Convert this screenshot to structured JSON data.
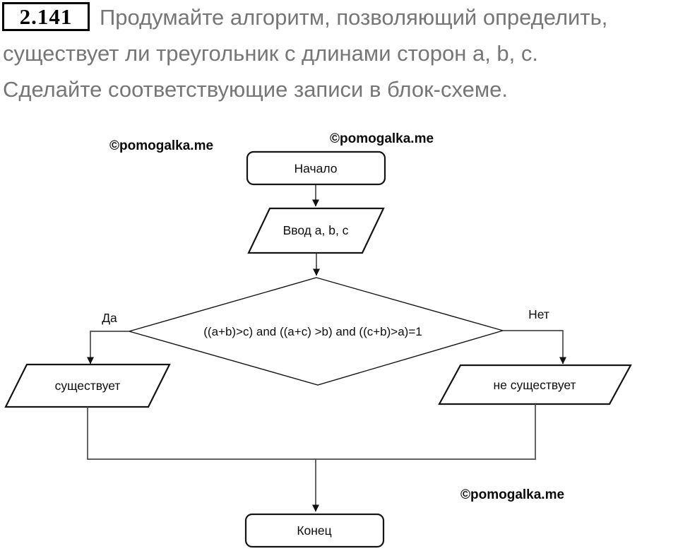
{
  "header": {
    "problem_number": "2.141",
    "lines": [
      "Продумайте алгоритм, позволяющий определить,",
      "существует ли треугольник с длинами сторон a, b, c.",
      "Сделайте соответствующие записи в блок-схеме."
    ]
  },
  "watermark": {
    "text": "©pomogalka.me"
  },
  "flowchart": {
    "start_label": "Начало",
    "input_label": "Ввод a, b, c",
    "condition_label": "((a+b)>c) and ((a+c) >b) and ((c+b)>a)=1",
    "branch_yes_label": "Да",
    "branch_no_label": "Нет",
    "result_yes_label": "существует",
    "result_no_label": "не существует",
    "end_label": "Конец"
  },
  "colors": {
    "background": "#ffffff",
    "header_text": "#767676",
    "shape_outline": "#141414",
    "connector_line": "#4a4a4a",
    "node_text": "#0d0d0d",
    "watermark_text": "#0b0b0b"
  }
}
